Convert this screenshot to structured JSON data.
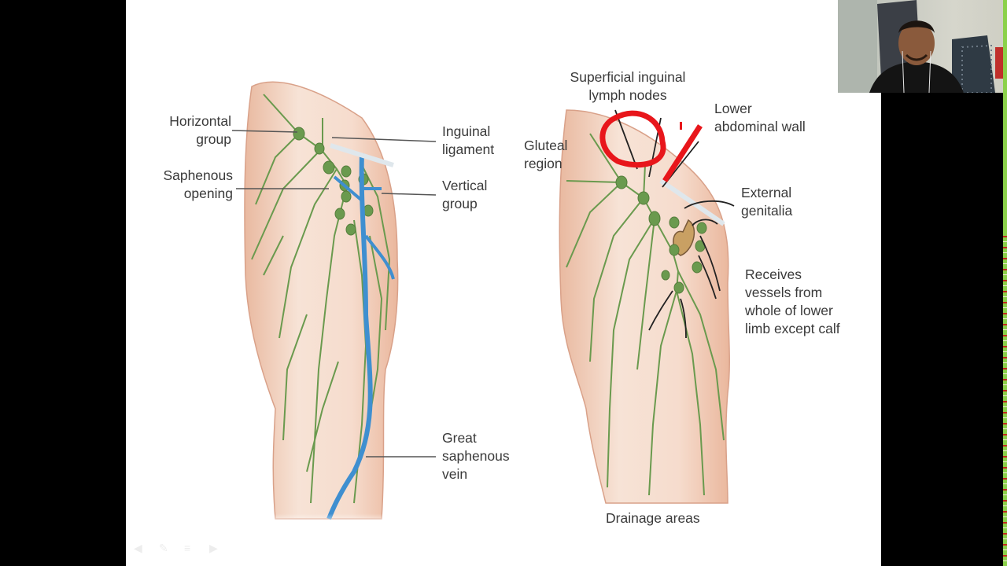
{
  "slide": {
    "left_figure": {
      "labels": {
        "horizontal_group": [
          "Horizontal",
          "group"
        ],
        "saphenous_opening": [
          "Saphenous",
          "opening"
        ],
        "inguinal_ligament": [
          "Inguinal",
          "ligament"
        ],
        "vertical_group": [
          "Vertical",
          "group"
        ],
        "great_saphenous_vein": [
          "Great",
          "saphenous",
          "vein"
        ]
      }
    },
    "right_figure": {
      "labels": {
        "superficial_inguinal_nodes": [
          "Superficial inguinal",
          "lymph nodes"
        ],
        "gluteal_region": [
          "Gluteal",
          "region"
        ],
        "lower_abdominal_wall": [
          "Lower",
          "abdominal wall"
        ],
        "external_genitalia": [
          "External",
          "genitalia"
        ],
        "receives": [
          "Receives",
          "vessels from",
          "whole of lower",
          "limb except calf"
        ]
      },
      "caption": "Drainage areas"
    },
    "annotation_color": "#e8161b",
    "lymph_color": "#6a9a4e",
    "vein_color": "#3f8fd0",
    "skin_color": "#f3d6c4"
  },
  "slideshow_nav": {
    "icons": [
      "previous-slide-icon",
      "pen-icon",
      "menu-icon",
      "next-slide-icon"
    ],
    "glyphs": [
      "◀",
      "✎",
      "≡",
      "▶"
    ]
  },
  "webcam": {
    "label": "presenter video"
  }
}
